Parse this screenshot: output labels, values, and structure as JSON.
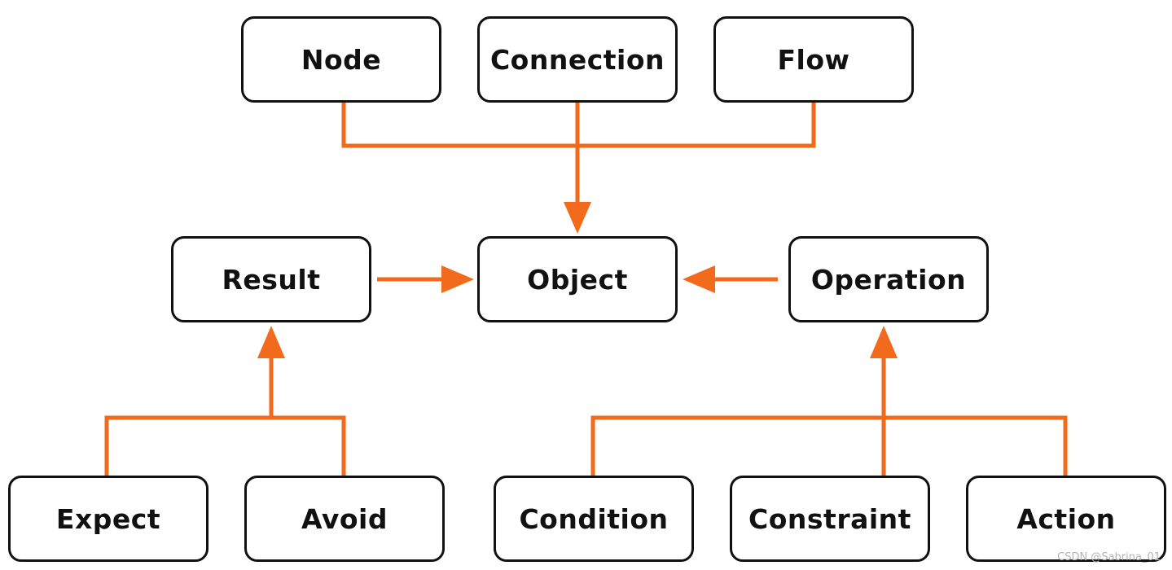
{
  "colors": {
    "connector": "#f26a1b",
    "border": "#111111",
    "background": "#ffffff"
  },
  "nodes": {
    "node": "Node",
    "connection": "Connection",
    "flow": "Flow",
    "result": "Result",
    "object": "Object",
    "operation": "Operation",
    "expect": "Expect",
    "avoid": "Avoid",
    "condition": "Condition",
    "constraint": "Constraint",
    "action": "Action"
  },
  "watermark": "CSDN @Sabrina_01"
}
